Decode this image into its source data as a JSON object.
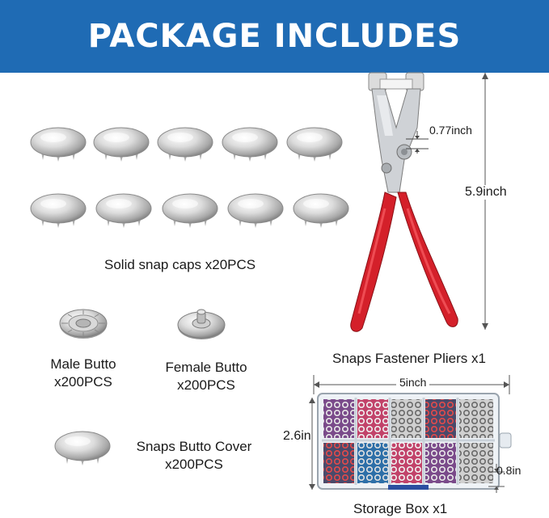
{
  "banner": {
    "title": "PACKAGE INCLUDES",
    "color": "#1f6bb4"
  },
  "items": {
    "snap_caps": {
      "label": "Solid snap caps x20PCS"
    },
    "male": {
      "name": "Male Butto",
      "qty": "x200PCS"
    },
    "female": {
      "name": "Female Butto",
      "qty": "x200PCS"
    },
    "cover": {
      "name": "Snaps Butto Cover",
      "qty": "x200PCS"
    },
    "pliers": {
      "label": "Snaps Fastener Pliers x1",
      "handle_color": "#d4202a"
    },
    "storage_box": {
      "label": "Storage Box x1"
    }
  },
  "dimensions": {
    "pliers_jaw": "0.77inch",
    "pliers_length": "5.9inch",
    "box_width": "5inch",
    "box_height": "2.6in",
    "box_depth": "0.8in"
  },
  "icons": [
    "snap-cap-icon",
    "male-button-icon",
    "female-button-icon",
    "pliers-icon",
    "storage-box-icon"
  ]
}
